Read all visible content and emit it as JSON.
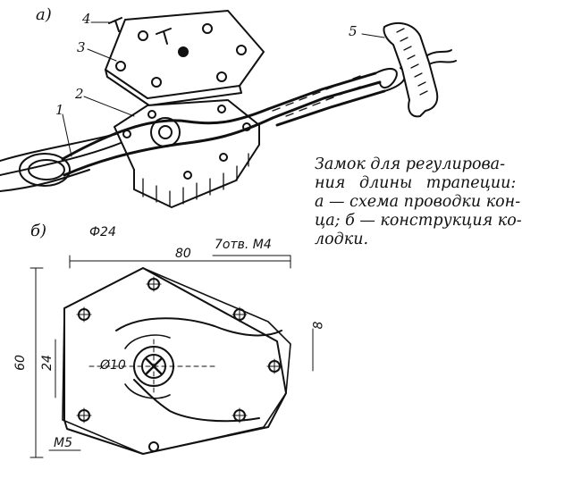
{
  "figure": {
    "label_a": "а)",
    "label_b": "б)",
    "callouts": [
      "1",
      "2",
      "3",
      "4",
      "5"
    ],
    "dims": {
      "diameter_24": "Ф24",
      "width_80": "80",
      "holes": "7отв. М4",
      "height_60": "60",
      "inner_24": "24",
      "bore_10": "Ø10",
      "side_8": "8",
      "thread_m5": "М5"
    }
  },
  "caption": {
    "lines": [
      "Замок для регулирова-",
      "ния длины трапеции:",
      "а — схема проводки кон-",
      "ца; б — конструкция ко-",
      "лодки."
    ]
  }
}
